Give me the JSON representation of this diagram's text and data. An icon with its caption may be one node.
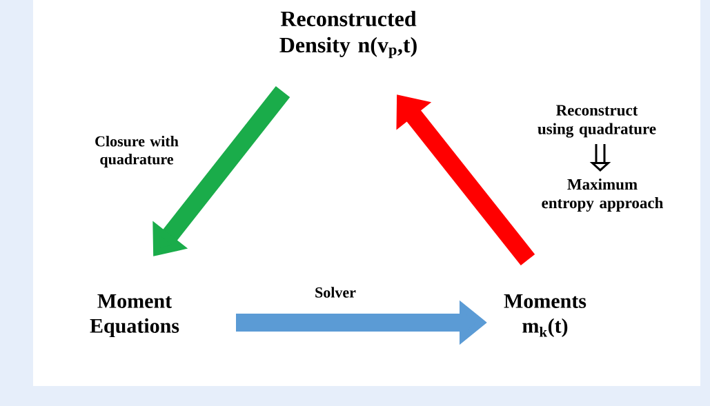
{
  "diagram": {
    "nodes": [
      {
        "text": [
          "Reconstructed Density n(v$_{p}$,t)"
        ]
      },
      {
        "text": [
          "Moment Equations"
        ]
      },
      {
        "text": [
          "Moments m$_{k}$(t)"
        ]
      },
      {
        "text": [
          "Reconstruct using quadrature"
        ]
      },
      {
        "text": [
          "Maximum entropy approach"
        ]
      }
    ],
    "edges": [
      {
        "from": 0,
        "to": 1,
        "arrow": "to",
        "label": "Closure with quadrature",
        "color": "#1aac4a"
      },
      {
        "from": 1,
        "to": 2,
        "arrow": "to",
        "label": "Solver",
        "color": "#5b9bd5"
      },
      {
        "from": 2,
        "to": 0,
        "arrow": "to",
        "color": "#ff0000"
      },
      {
        "from": 3,
        "to": 4,
        "arrow": "to",
        "color": "#000000"
      }
    ]
  }
}
